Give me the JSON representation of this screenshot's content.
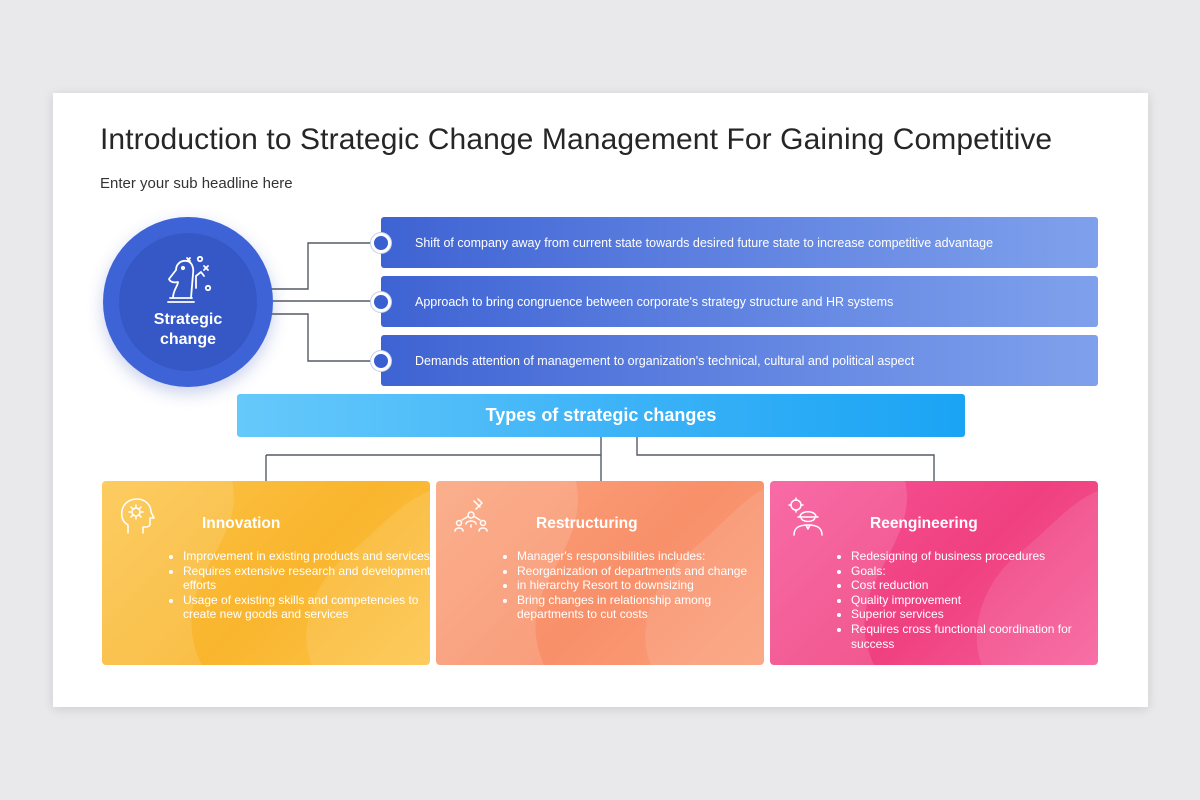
{
  "title": "Introduction to Strategic Change Management For Gaining Competitive",
  "subtitle": "Enter your sub headline here",
  "center": {
    "label": "Strategic change",
    "icon": "chess-knight-strategy-icon"
  },
  "points": [
    "Shift of company away from current state towards desired future state to increase competitive advantage",
    "Approach to bring congruence between corporate's strategy structure and HR systems",
    "Demands attention of management to organization's technical, cultural and political aspect"
  ],
  "types_heading": "Types of strategic changes",
  "cards": [
    {
      "title": "Innovation",
      "icon": "brain-gear-icon",
      "items": [
        "Improvement in existing products and services",
        "Requires extensive research and development efforts",
        "Usage of existing skills and competencies to create new goods and services"
      ]
    },
    {
      "title": "Restructuring",
      "icon": "hierarchy-people-icon",
      "items": [
        "Manager's responsibilities includes:",
        "Reorganization of departments and change",
        "in hierarchy Resort to downsizing",
        "Bring changes in relationship among departments to cut costs"
      ]
    },
    {
      "title": "Reengineering",
      "icon": "engineer-gear-icon",
      "items": [
        "Redesigning of business procedures",
        "Goals:",
        "Cost reduction",
        "Quality improvement",
        "Superior services",
        "Requires cross functional coordination for success"
      ]
    }
  ],
  "colors": {
    "circle": "#3d63d6",
    "points_bar_start": "#3e63d3",
    "points_bar_end": "#7fa1ec",
    "types_bar": "#3bb2f7",
    "innovation": "#f9b52d",
    "restructuring": "#f8906a",
    "reengineering": "#f0407f"
  }
}
